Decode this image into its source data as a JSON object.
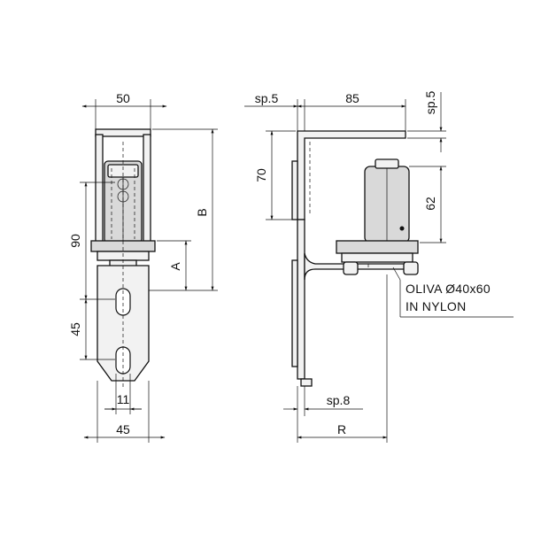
{
  "front_view": {
    "dims": {
      "top_width": "50",
      "height_b": "B",
      "height_a": "A",
      "height_90": "90",
      "height_45": "45",
      "slot_11": "11",
      "bottom_width": "45"
    }
  },
  "side_view": {
    "dims": {
      "sp_top_left": "sp.5",
      "arm_85": "85",
      "sp_top_right": "sp.5",
      "height_70": "70",
      "height_62": "62",
      "sp_bottom": "sp.8",
      "r": "R"
    },
    "note_line1": "OLIVA Ø40x60",
    "note_line2": "IN NYLON"
  }
}
